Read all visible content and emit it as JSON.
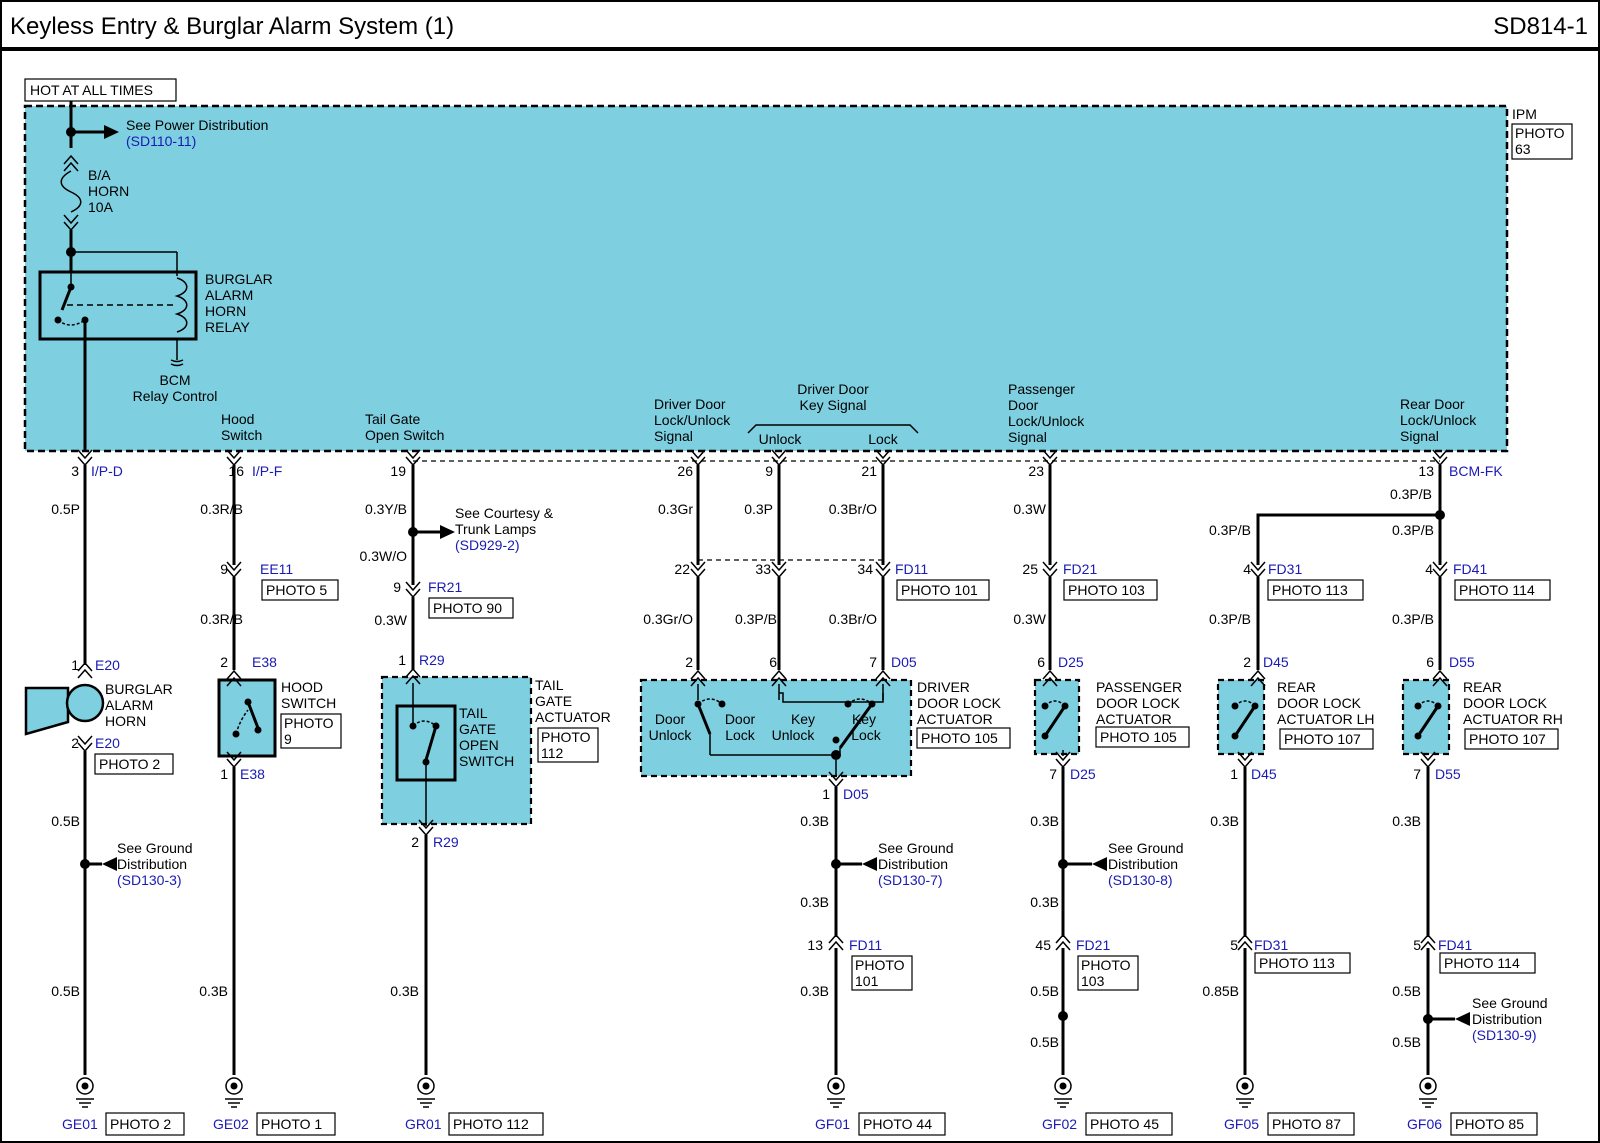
{
  "header": {
    "title": "Keyless Entry & Burglar Alarm System (1)",
    "code": "SD814-1"
  },
  "hot_label": "HOT AT ALL TIMES",
  "ipm": {
    "name": "IPM",
    "photo": "PHOTO 63"
  },
  "power": {
    "note": "See Power Distribution",
    "ref": "(SD110-11)"
  },
  "fuse": {
    "l1": "B/A",
    "l2": "HORN",
    "l3": "10A"
  },
  "relay": {
    "l1": "BURGLAR",
    "l2": "ALARM",
    "l3": "HORN",
    "l4": "RELAY",
    "ctrl1": "BCM",
    "ctrl2": "Relay Control"
  },
  "signals": {
    "hood1": "Hood",
    "hood2": "Switch",
    "tail1": "Tail Gate",
    "tail2": "Open Switch",
    "dd1": "Driver Door",
    "dd2": "Lock/Unlock",
    "dd3": "Signal",
    "dk1": "Driver Door",
    "dk2": "Key Signal",
    "unlock": "Unlock",
    "lock": "Lock",
    "pd1": "Passenger",
    "pd2": "Door",
    "pd3": "Lock/Unlock",
    "pd4": "Signal",
    "rd1": "Rear Door",
    "rd2": "Lock/Unlock",
    "rd3": "Signal"
  },
  "pins": {
    "p3": "3",
    "p16": "16",
    "p19": "19",
    "p26": "26",
    "p9a": "9",
    "p21": "21",
    "p23": "23",
    "p13a": "13",
    "p9b": "9",
    "p9c": "9",
    "p22": "22",
    "p33": "33",
    "p34": "34",
    "p25": "25",
    "p4a": "4",
    "p4b": "4",
    "p1a": "1",
    "p2a": "2",
    "p2b": "2",
    "p1b": "1",
    "p1c": "1",
    "p2c": "2",
    "p2d": "2",
    "p6a": "6",
    "p7a": "7",
    "p6b": "6",
    "p2e": "2",
    "p6c": "6",
    "p1d": "1",
    "p7b": "7",
    "p1e": "1",
    "p7c": "7",
    "p13b": "13",
    "p45": "45",
    "p5a": "5",
    "p5b": "5"
  },
  "conn": {
    "ipd": "I/P-D",
    "ipf": "I/P-F",
    "bcmfk": "BCM-FK",
    "ee11": "EE11",
    "fr21": "FR21",
    "fd11a": "FD11",
    "fd21a": "FD21",
    "fd31a": "FD31",
    "fd41a": "FD41",
    "e20a": "E20",
    "e20b": "E20",
    "e38a": "E38",
    "e38b": "E38",
    "r29a": "R29",
    "r29b": "R29",
    "d05a": "D05",
    "d05b": "D05",
    "d25a": "D25",
    "d25b": "D25",
    "d45a": "D45",
    "d45b": "D45",
    "d55a": "D55",
    "d55b": "D55",
    "fd11b": "FD11",
    "fd21b": "FD21",
    "fd31b": "FD31",
    "fd41b": "FD41"
  },
  "wires": {
    "w05p": "0.5P",
    "w03rb1": "0.3R/B",
    "w03yb": "0.3Y/B",
    "w03wo": "0.3W/O",
    "w03w1": "0.3W",
    "w03gr": "0.3Gr",
    "w03p": "0.3P",
    "w03bro1": "0.3Br/O",
    "w03w2": "0.3W",
    "w03pb1": "0.3P/B",
    "w03pb2": "0.3P/B",
    "w03pb3": "0.3P/B",
    "w03rb2": "0.3R/B",
    "w03w3": "0.3W",
    "w03gro": "0.3Gr/O",
    "w03pb4": "0.3P/B",
    "w03bro2": "0.3Br/O",
    "w03w4": "0.3W",
    "w03pb5": "0.3P/B",
    "w03pb6": "0.3P/B",
    "w05b1": "0.5B",
    "w05b2": "0.5B",
    "w03b1": "0.3B",
    "w03b2": "0.3B",
    "w03b3": "0.3B",
    "w03b4": "0.3B",
    "w03b5": "0.3B",
    "w03b6": "0.3B",
    "w03b7": "0.3B",
    "w05b3": "0.5B",
    "w05b4": "0.5B",
    "w03b8": "0.3B",
    "w085b": "0.85B",
    "w03b9": "0.3B",
    "w05b5": "0.5B",
    "w05b6": "0.5B"
  },
  "photos": {
    "ee11": "PHOTO 5",
    "fr21": "PHOTO 90",
    "fd11": "PHOTO 101",
    "fd21": "PHOTO 103",
    "fd31": "PHOTO 113",
    "fd41": "PHOTO 114",
    "horn": "PHOTO 2",
    "hood": "PHOTO",
    "hood2": "9",
    "tail": "PHOTO",
    "tail2": "112",
    "ddla": "PHOTO 105",
    "pdla": "PHOTO 105",
    "rdlh": "PHOTO 107",
    "rdrh": "PHOTO 107",
    "fd11b1": "PHOTO",
    "fd11b2": "101",
    "fd21b1": "PHOTO",
    "fd21b2": "103",
    "fd31b": "PHOTO 113",
    "fd41b": "PHOTO 114"
  },
  "courtesy": {
    "l1": "See Courtesy &",
    "l2": "Trunk Lamps",
    "ref": "(SD929-2)"
  },
  "components": {
    "horn": [
      "BURGLAR",
      "ALARM",
      "HORN"
    ],
    "hood": [
      "HOOD",
      "SWITCH"
    ],
    "tailsw": [
      "TAIL",
      "GATE",
      "OPEN",
      "SWITCH"
    ],
    "tailact": [
      "TAIL",
      "GATE",
      "ACTUATOR"
    ],
    "ddla": [
      "DRIVER",
      "DOOR LOCK",
      "ACTUATOR"
    ],
    "ddla_sw": {
      "du1": "Door",
      "du2": "Unlock",
      "dl1": "Door",
      "dl2": "Lock",
      "ku1": "Key",
      "ku2": "Unlock",
      "kl1": "Key",
      "kl2": "Lock"
    },
    "pdla": [
      "PASSENGER",
      "DOOR LOCK",
      "ACTUATOR"
    ],
    "rdlh": [
      "REAR",
      "DOOR LOCK",
      "ACTUATOR LH"
    ],
    "rdrh": [
      "REAR",
      "DOOR LOCK",
      "ACTUATOR RH"
    ]
  },
  "ground_refs": {
    "g1a": "See Ground",
    "g1b": "Distribution",
    "g1c": "(SD130-3)",
    "g2a": "See Ground",
    "g2b": "Distribution",
    "g2c": "(SD130-7)",
    "g3a": "See Ground",
    "g3b": "Distribution",
    "g3c": "(SD130-8)",
    "g4a": "See Ground",
    "g4b": "Distribution",
    "g4c": "(SD130-9)"
  },
  "grounds": [
    {
      "id": "GE01",
      "photo": "PHOTO 2"
    },
    {
      "id": "GE02",
      "photo": "PHOTO 1"
    },
    {
      "id": "GR01",
      "photo": "PHOTO 112"
    },
    {
      "id": "GF01",
      "photo": "PHOTO 44"
    },
    {
      "id": "GF02",
      "photo": "PHOTO 45"
    },
    {
      "id": "GF05",
      "photo": "PHOTO 87"
    },
    {
      "id": "GF06",
      "photo": "PHOTO 85"
    }
  ],
  "colors": {
    "component_fill": "#7ecfe0",
    "ref_blue": "#1a1ab4"
  }
}
